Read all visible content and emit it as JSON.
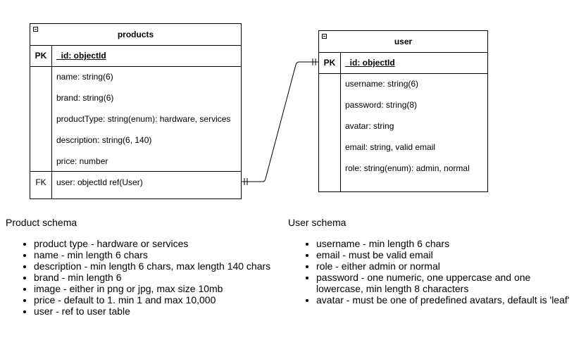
{
  "products": {
    "title": "products",
    "pk_label": "PK",
    "pk_field": "_id: objectId",
    "fields": [
      "name: string(6)",
      "brand: string(6)",
      "productType: string(enum): hardware, services",
      "description: string(6, 140)",
      "price: number"
    ],
    "fk_label": "FK",
    "fk_field": "user: objectId ref(User)"
  },
  "user": {
    "title": "user",
    "pk_label": "PK",
    "pk_field": "_id: objectId",
    "fields": [
      "username: string(6)",
      "password: string(8)",
      "avatar: string",
      "email: string, valid email",
      "role: string(enum): admin, normal"
    ]
  },
  "product_schema": {
    "heading": "Product schema",
    "items": [
      "product type - hardware or services",
      "name - min length 6 chars",
      "description - min length 6 chars, max length 140 chars",
      "brand - min length 6",
      "image - either in png or jpg, max size 10mb",
      "price - default to 1. min 1 and max 10,000",
      "user - ref to user table"
    ]
  },
  "user_schema": {
    "heading": "User schema",
    "items": [
      "username - min length 6 chars",
      "email - must be valid email",
      "role - either admin or normal",
      "password - one numeric, one uppercase and one lowercase, min length 8 characters",
      "avatar - must be one of predefined avatars, default is 'leaf'"
    ]
  }
}
